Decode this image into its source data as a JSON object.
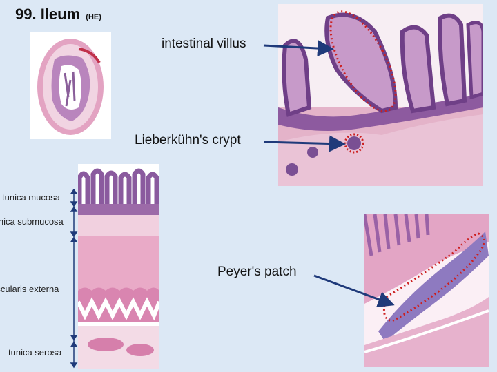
{
  "slide": {
    "title": "99. Ileum",
    "title_sub": "(HE)"
  },
  "labels": {
    "villus": "intestinal villus",
    "crypt": "Lieberkühn's crypt",
    "peyer": "Peyer's patch"
  },
  "layers": [
    "tunica mucosa",
    "tunica submucosa",
    "tunica muscularis externa",
    "tunica serosa"
  ],
  "colors": {
    "background": "#dce8f5",
    "arrow": "#1f3a7a",
    "highlight": "#cc1f1f",
    "tissue_pink": "#e6a9c6",
    "tissue_purple": "#7a4f93"
  }
}
